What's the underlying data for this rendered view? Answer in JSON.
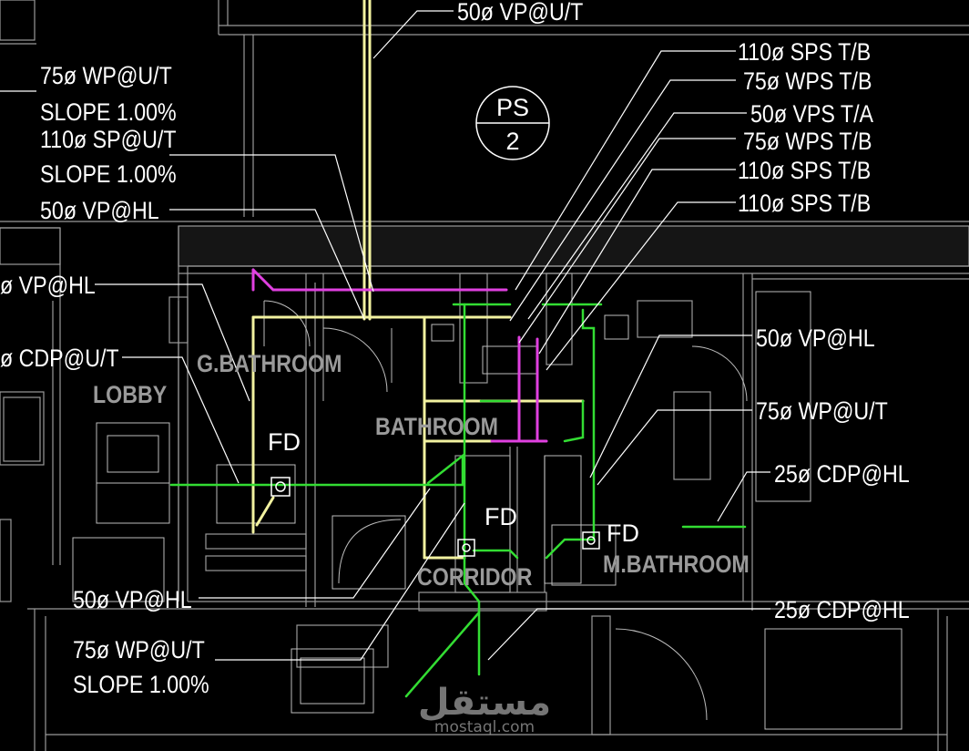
{
  "drawing": {
    "background": "#000000",
    "colors": {
      "wall": "#9a9a9a",
      "furniture": "#bdbdbd",
      "vent_pipe": "#f2f2a0",
      "drain_pipe": "#33dd33",
      "soil_pipe": "#e040e0",
      "callout": "#ffffff",
      "room_label": "#9a9a9a"
    },
    "shaft": {
      "top": "PS",
      "bottom": "2"
    },
    "callouts": {
      "c1": "50ø VP@U/T",
      "c2": "75ø WP@U/T",
      "c3": "SLOPE 1.00%",
      "c4": "110ø SP@U/T",
      "c5": "SLOPE 1.00%",
      "c6": "50ø VP@HL",
      "c7": "ø VP@HL",
      "c8": "ø CDP@U/T",
      "c9": "110ø SPS T/B",
      "c10": "75ø WPS T/B",
      "c11": "50ø VPS T/A",
      "c12": "75ø WPS T/B",
      "c13": "110ø SPS T/B",
      "c14": "110ø SPS T/B",
      "c15": "50ø VP@HL",
      "c16": "75ø WP@U/T",
      "c17": "25ø CDP@HL",
      "c18": "50ø VP@HL",
      "c19": "75ø WP@U/T",
      "c20": "SLOPE 1.00%",
      "c21": "25ø CDP@HL"
    },
    "rooms": {
      "g_bathroom": "G.BATHROOM",
      "lobby": "LOBBY",
      "bathroom": "BATHROOM",
      "corridor": "CORRIDOR",
      "m_bathroom": "M.BATHROOM"
    },
    "floor_drains": {
      "fd1": "FD",
      "fd2": "FD",
      "fd3": "FD"
    },
    "watermark": {
      "arabic": "مستقل",
      "latin": "mostaql.com"
    }
  }
}
